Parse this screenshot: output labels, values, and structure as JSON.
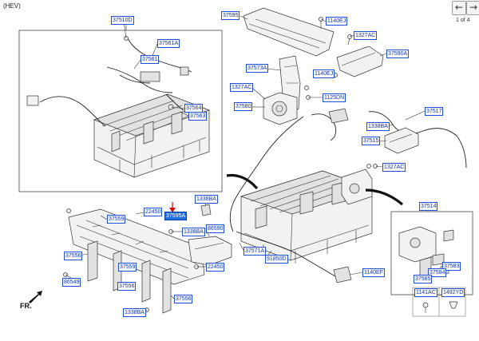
{
  "header": {
    "variant": "(HEV)",
    "page_indicator": "1 of 4"
  },
  "nav": {
    "prev_glyph": "←",
    "next_glyph": "→"
  },
  "orientation_label": "FR.",
  "callouts": {
    "c37510D": "37510D",
    "c37561A": "37561A",
    "c37561": "37561",
    "c37564": "37564",
    "c37563": "37563",
    "c37595": "37595",
    "c1140EJ_top": "1140EJ",
    "c1327AC_top": "1327AC",
    "c37590A": "37590A",
    "c37573A": "37573A",
    "c1140EJ_mid": "1140EJ",
    "c1327AC_mid": "1327AC",
    "c1125DN": "1125DN",
    "c37580": "37580",
    "c37517": "37517",
    "c1338BA_right": "1338BA",
    "c37515": "37515",
    "c1327AC_low": "1327AC",
    "c1338BA_center": "1338BA",
    "c37559": "37559",
    "c22450_top": "22450",
    "c37595A": "37595A",
    "c1338BA_mid": "1338BA",
    "c86590": "86590",
    "c37556_left": "37556",
    "c37559_mid": "37559",
    "c22450_low": "22450",
    "c37571A": "37571A",
    "c86549": "86549",
    "c37556_mid": "37556",
    "c91850D": "91850D",
    "c37556_right": "37556",
    "c1338BA_low": "1338BA",
    "c1140EF": "1140EF",
    "c37514": "37514",
    "c37583": "37583",
    "c37584": "37584",
    "c37585": "37585"
  },
  "legend": {
    "part_a": "1141AC",
    "part_b": "1492YD"
  },
  "icons": {
    "arrow_color": "#d00000",
    "highlight_color": "#1f6fe0",
    "callout_color": "#1f4fd8"
  }
}
